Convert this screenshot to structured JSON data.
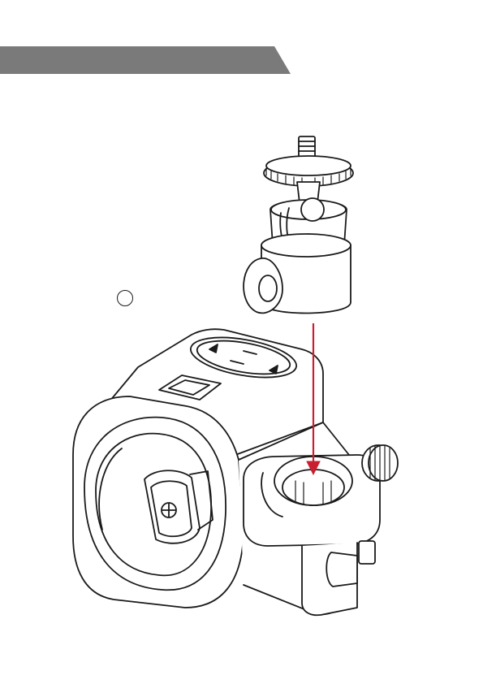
{
  "header": {
    "band_color": "#7a7a7a"
  },
  "illustration": {
    "parts": [
      "ball-head-mount",
      "laser-level-body",
      "clamp-socket",
      "lock-knob"
    ],
    "arrow_color": "#c8202f",
    "line_color": "#1a1a1a"
  }
}
